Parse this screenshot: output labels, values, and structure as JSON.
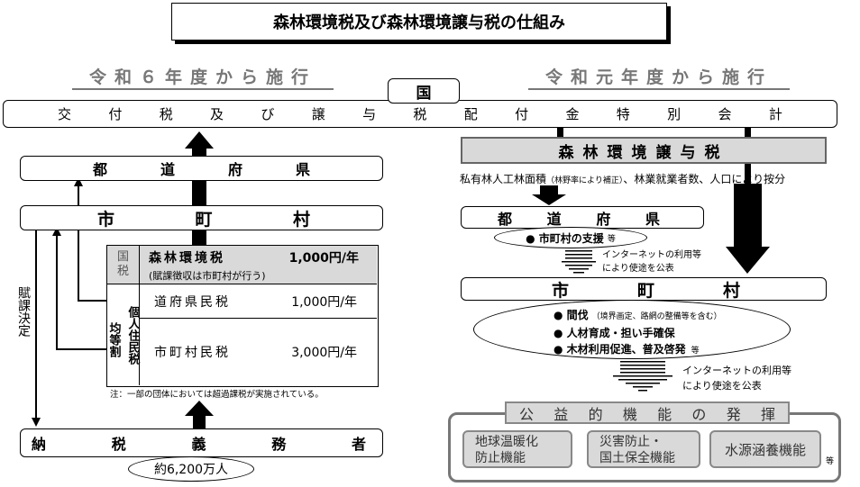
{
  "title": "森林環境税及び森林環境譲与税の仕組み",
  "left_heading": "令和６年度から施行",
  "right_heading": "令和元年度から施行",
  "national": "国",
  "special_account": [
    "交",
    "付",
    "税",
    "及",
    "び",
    "譲",
    "与",
    "税",
    "配",
    "付",
    "金",
    "特",
    "別",
    "会",
    "計"
  ],
  "prefecture_left": [
    "都",
    "道",
    "府",
    "県"
  ],
  "municipality_left": [
    "市",
    "町",
    "村"
  ],
  "fukazei": "賦課決定",
  "kokuzei": "国税",
  "forest_tax_label": "森林環境税",
  "forest_tax_amount": "1,000円/年",
  "forest_tax_note": "(賦課徴収は市町村が行う)",
  "resident_tax_vertical_1": "個人住民税",
  "resident_tax_vertical_2": "均等割",
  "pref_tax_label": "道府県民税",
  "pref_tax_amount": "1,000円/年",
  "muni_tax_label": "市町村民税",
  "muni_tax_amount": "3,000円/年",
  "note": "注：一部の団体においては超過課税が実施されている。",
  "taxpayer": [
    "納",
    "税",
    "義",
    "務",
    "者"
  ],
  "taxpayer_count": "約6,200万人",
  "transfer_tax": "森林環境譲与税",
  "allocation": "私有林人工林面積",
  "allocation_small": "（林野率により補正）",
  "allocation_rest": "、林業就業者数、人口により按分",
  "prefecture_right": [
    "都",
    "道",
    "府",
    "県"
  ],
  "pref_support": "● 市町村の支援",
  "pref_support_etc": "等",
  "publish_1": "インターネットの利用等",
  "publish_2": "により使途を公表",
  "municipality_right": [
    "市",
    "町",
    "村"
  ],
  "use_1": "● 間伐",
  "use_1_small": "（境界画定、路網の整備等を含む）",
  "use_2": "● 人材育成・担い手確保",
  "use_3": "● 木材利用促進、普及啓発",
  "use_etc": "等",
  "publish_3": "インターネットの利用等",
  "publish_4": "により使途を公表",
  "public_functions": [
    "公",
    "益",
    "的",
    "機",
    "能",
    "の",
    "発",
    "揮"
  ],
  "function_1": [
    "地球温暖化",
    "防止機能"
  ],
  "function_2": [
    "災害防止・",
    "国土保全機能"
  ],
  "function_3": "水源涵養機能",
  "function_etc": "等"
}
